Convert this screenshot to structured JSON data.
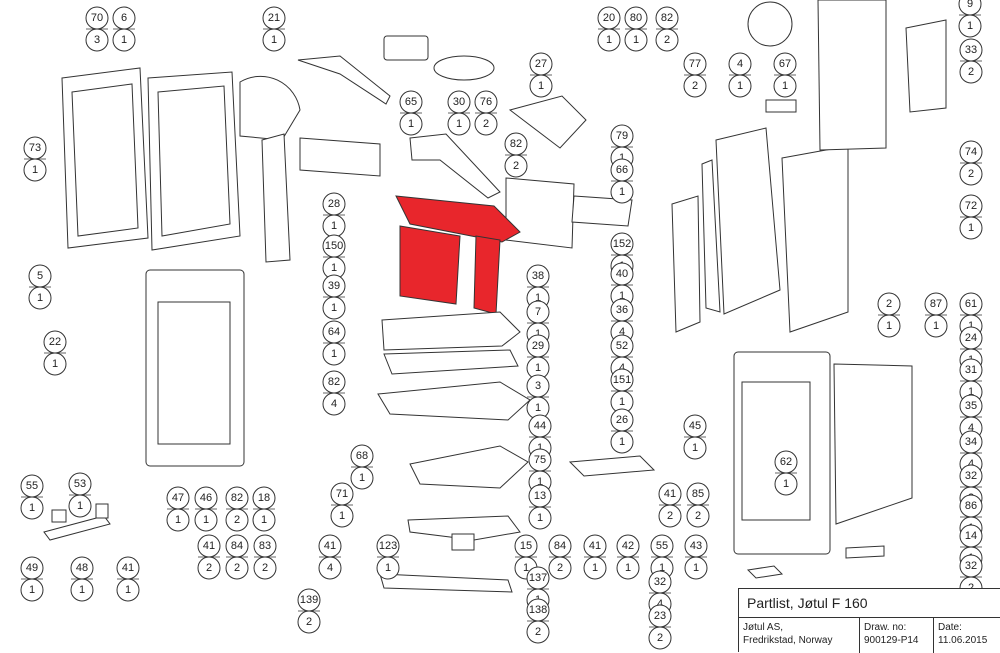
{
  "title_block": {
    "title": "Partlist, Jøtul F 160",
    "company_line1": "Jøtul AS,",
    "company_line2": "Fredrikstad, Norway",
    "draw_no_label": "Draw. no:",
    "draw_no": "900129-P14",
    "date_label": "Date:",
    "date": "11.06.2015"
  },
  "colors": {
    "highlight": "#e8262c",
    "line": "#333333"
  },
  "callouts": [
    {
      "id": "c70",
      "top": "70",
      "bottom": "3"
    },
    {
      "id": "c6",
      "top": "6",
      "bottom": "1"
    },
    {
      "id": "c21",
      "top": "21",
      "bottom": "1"
    },
    {
      "id": "c20",
      "top": "20",
      "bottom": "1"
    },
    {
      "id": "c80",
      "top": "80",
      "bottom": "1"
    },
    {
      "id": "c82a",
      "top": "82",
      "bottom": "2"
    },
    {
      "id": "c9",
      "top": "9",
      "bottom": "1"
    },
    {
      "id": "c33",
      "top": "33",
      "bottom": "2"
    },
    {
      "id": "c27",
      "top": "27",
      "bottom": "1"
    },
    {
      "id": "c77",
      "top": "77",
      "bottom": "2"
    },
    {
      "id": "c4",
      "top": "4",
      "bottom": "1"
    },
    {
      "id": "c67",
      "top": "67",
      "bottom": "1"
    },
    {
      "id": "c65",
      "top": "65",
      "bottom": "1"
    },
    {
      "id": "c30",
      "top": "30",
      "bottom": "1"
    },
    {
      "id": "c76",
      "top": "76",
      "bottom": "2"
    },
    {
      "id": "c73",
      "top": "73",
      "bottom": "1"
    },
    {
      "id": "c82b",
      "top": "82",
      "bottom": "2"
    },
    {
      "id": "c79",
      "top": "79",
      "bottom": "1"
    },
    {
      "id": "c74",
      "top": "74",
      "bottom": "2"
    },
    {
      "id": "c66",
      "top": "66",
      "bottom": "1"
    },
    {
      "id": "c28",
      "top": "28",
      "bottom": "1"
    },
    {
      "id": "c72",
      "top": "72",
      "bottom": "1"
    },
    {
      "id": "c150",
      "top": "150",
      "bottom": "1"
    },
    {
      "id": "c152",
      "top": "152",
      "bottom": "1"
    },
    {
      "id": "c5",
      "top": "5",
      "bottom": "1"
    },
    {
      "id": "c39",
      "top": "39",
      "bottom": "1"
    },
    {
      "id": "c38",
      "top": "38",
      "bottom": "1"
    },
    {
      "id": "c40",
      "top": "40",
      "bottom": "1"
    },
    {
      "id": "c36",
      "top": "36",
      "bottom": "4"
    },
    {
      "id": "c7",
      "top": "7",
      "bottom": "1"
    },
    {
      "id": "c22",
      "top": "22",
      "bottom": "1"
    },
    {
      "id": "c64",
      "top": "64",
      "bottom": "1"
    },
    {
      "id": "c2",
      "top": "2",
      "bottom": "1"
    },
    {
      "id": "c87",
      "top": "87",
      "bottom": "1"
    },
    {
      "id": "c61",
      "top": "61",
      "bottom": "1"
    },
    {
      "id": "c24",
      "top": "24",
      "bottom": "1"
    },
    {
      "id": "c29",
      "top": "29",
      "bottom": "1"
    },
    {
      "id": "c52",
      "top": "52",
      "bottom": "4"
    },
    {
      "id": "c82c",
      "top": "82",
      "bottom": "4"
    },
    {
      "id": "c3",
      "top": "3",
      "bottom": "1"
    },
    {
      "id": "c151",
      "top": "151",
      "bottom": "1"
    },
    {
      "id": "c31",
      "top": "31",
      "bottom": "1"
    },
    {
      "id": "c35",
      "top": "35",
      "bottom": "4"
    },
    {
      "id": "c44",
      "top": "44",
      "bottom": "1"
    },
    {
      "id": "c26",
      "top": "26",
      "bottom": "1"
    },
    {
      "id": "c45",
      "top": "45",
      "bottom": "1"
    },
    {
      "id": "c68",
      "top": "68",
      "bottom": "1"
    },
    {
      "id": "c75",
      "top": "75",
      "bottom": "1"
    },
    {
      "id": "c62",
      "top": "62",
      "bottom": "1"
    },
    {
      "id": "c34",
      "top": "34",
      "bottom": "4"
    },
    {
      "id": "c55a",
      "top": "55",
      "bottom": "1"
    },
    {
      "id": "c53",
      "top": "53",
      "bottom": "1"
    },
    {
      "id": "c71",
      "top": "71",
      "bottom": "1"
    },
    {
      "id": "c32a",
      "top": "32",
      "bottom": "2"
    },
    {
      "id": "c47",
      "top": "47",
      "bottom": "1"
    },
    {
      "id": "c46",
      "top": "46",
      "bottom": "1"
    },
    {
      "id": "c82d",
      "top": "82",
      "bottom": "2"
    },
    {
      "id": "c18",
      "top": "18",
      "bottom": "1"
    },
    {
      "id": "c13",
      "top": "13",
      "bottom": "1"
    },
    {
      "id": "c41a",
      "top": "41",
      "bottom": "2"
    },
    {
      "id": "c85",
      "top": "85",
      "bottom": "2"
    },
    {
      "id": "c86",
      "top": "86",
      "bottom": "1"
    },
    {
      "id": "c41b",
      "top": "41",
      "bottom": "2"
    },
    {
      "id": "c84a",
      "top": "84",
      "bottom": "2"
    },
    {
      "id": "c83",
      "top": "83",
      "bottom": "2"
    },
    {
      "id": "c41c",
      "top": "41",
      "bottom": "4"
    },
    {
      "id": "c123",
      "top": "123",
      "bottom": "1"
    },
    {
      "id": "c15",
      "top": "15",
      "bottom": "1"
    },
    {
      "id": "c84b",
      "top": "84",
      "bottom": "2"
    },
    {
      "id": "c41d",
      "top": "41",
      "bottom": "1"
    },
    {
      "id": "c42",
      "top": "42",
      "bottom": "1"
    },
    {
      "id": "c55b",
      "top": "55",
      "bottom": "1"
    },
    {
      "id": "c43",
      "top": "43",
      "bottom": "1"
    },
    {
      "id": "c14",
      "top": "14",
      "bottom": "1"
    },
    {
      "id": "c49",
      "top": "49",
      "bottom": "1"
    },
    {
      "id": "c48",
      "top": "48",
      "bottom": "1"
    },
    {
      "id": "c41e",
      "top": "41",
      "bottom": "1"
    },
    {
      "id": "c32b",
      "top": "32",
      "bottom": "4"
    },
    {
      "id": "c32c",
      "top": "32",
      "bottom": "2"
    },
    {
      "id": "c137",
      "top": "137",
      "bottom": "1"
    },
    {
      "id": "c139",
      "top": "139",
      "bottom": "2"
    },
    {
      "id": "c138",
      "top": "138",
      "bottom": "2"
    },
    {
      "id": "c23",
      "top": "23",
      "bottom": "2"
    }
  ]
}
